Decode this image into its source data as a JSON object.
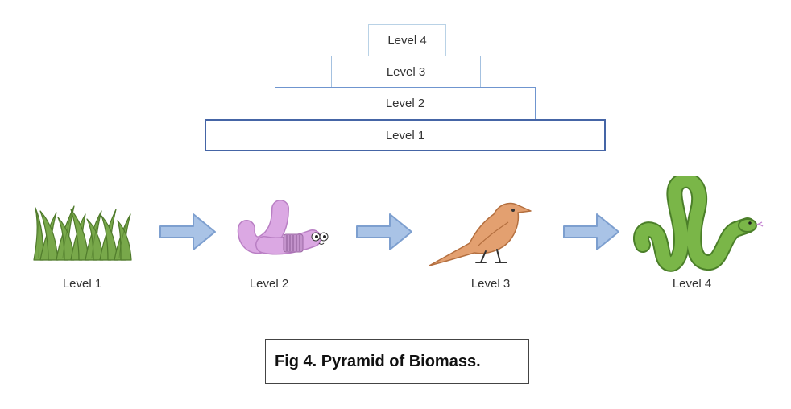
{
  "pyramid": {
    "tiers": [
      {
        "label": "Level 4"
      },
      {
        "label": "Level 3"
      },
      {
        "label": "Level 2"
      },
      {
        "label": "Level 1"
      }
    ]
  },
  "food_chain": {
    "organisms": [
      {
        "icon": "grass-icon",
        "label": "Level 1",
        "color": "#78a84a"
      },
      {
        "icon": "worm-icon",
        "label": "Level 2",
        "color": "#d9a6e0"
      },
      {
        "icon": "bird-icon",
        "label": "Level 3",
        "color": "#e3a070"
      },
      {
        "icon": "snake-icon",
        "label": "Level 4",
        "color": "#7ab648"
      }
    ],
    "arrow_color": "#a9c3e6",
    "arrow_stroke": "#7d9fcf"
  },
  "caption": {
    "text": "Fig 4. Pyramid of Biomass."
  }
}
